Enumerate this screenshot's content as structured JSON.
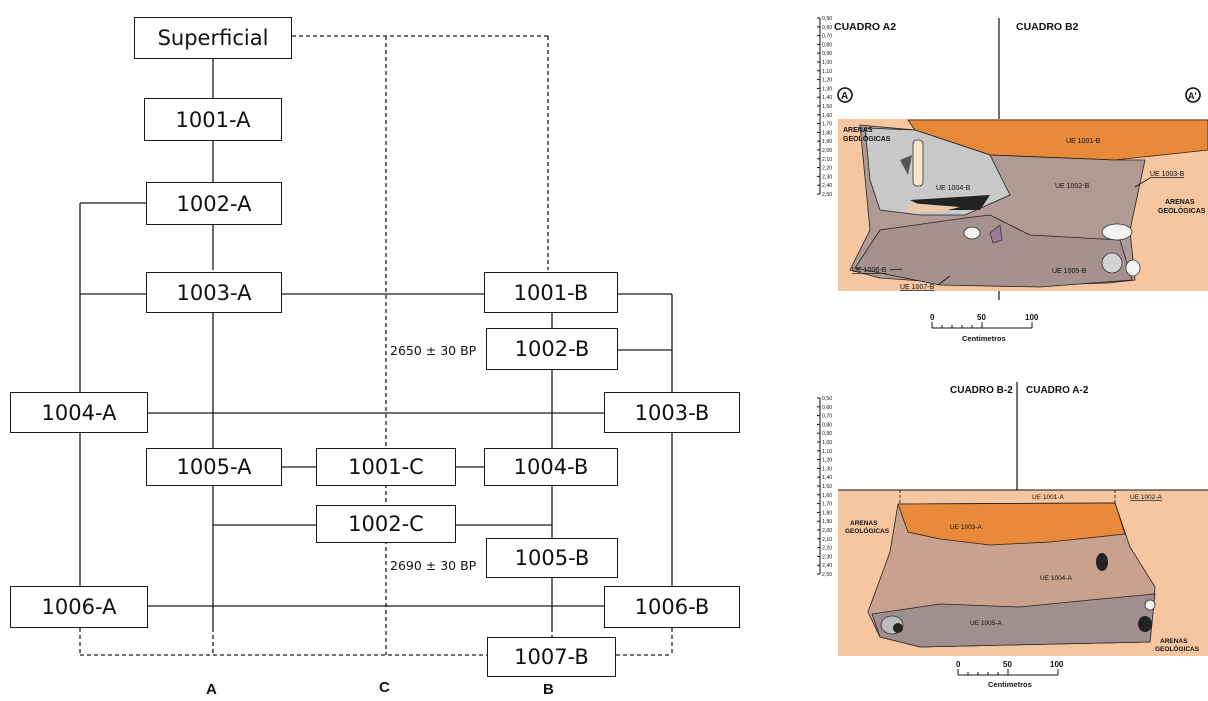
{
  "harris": {
    "nodes": {
      "superficial": "Superficial",
      "n1001a": "1001-A",
      "n1002a": "1002-A",
      "n1003a": "1003-A",
      "n1004a": "1004-A",
      "n1005a": "1005-A",
      "n1006a": "1006-A",
      "n1001b": "1001-B",
      "n1002b": "1002-B",
      "n1003b": "1003-B",
      "n1004b": "1004-B",
      "n1005b": "1005-B",
      "n1006b": "1006-B",
      "n1007b": "1007-B",
      "n1001c": "1001-C",
      "n1002c": "1002-C"
    },
    "dates": {
      "d1002b": "2650 ± 30 BP",
      "d1005b": "2690 ± 30 BP"
    },
    "columns": {
      "a": "A",
      "c": "C",
      "b": "B"
    }
  },
  "section_top": {
    "header_left": "CUADRO A2",
    "header_right": "CUADRO B2",
    "marker_left": "A",
    "marker_right": "A'",
    "depth_ticks": [
      "0,50",
      "0,60",
      "0,70",
      "0,80",
      "0,90",
      "1,00",
      "1,10",
      "1,20",
      "1,30",
      "1,40",
      "1,50",
      "1,60",
      "1,70",
      "1,80",
      "1,90",
      "2,00",
      "2,10",
      "2,20",
      "2,30",
      "2,40",
      "2,50"
    ],
    "labels": {
      "arenas_left_1": "ARENAS",
      "arenas_left_2": "GEOLÓGICAS",
      "arenas_right_1": "ARENAS",
      "arenas_right_2": "GEOLÓGICAS",
      "ue1001b": "UE 1001-B",
      "ue1002b": "UE 1002-B",
      "ue1003b": "UE 1003-B",
      "ue1004b": "UE 1004-B",
      "ue1005b": "UE 1005-B",
      "ue1006b": "UE 1006-B",
      "ue1007b": "UE 1007-B"
    },
    "scale": {
      "s0": "0",
      "s50": "50",
      "s100": "100",
      "unit": "Centimetros"
    },
    "colors": {
      "sand": "#f5c6a0",
      "ue1001": "#e98a3a",
      "ue1002": "#b09a94",
      "ue1004": "#c9c9c9",
      "ue1005": "#a5928f"
    }
  },
  "section_bottom": {
    "header_left": "CUADRO B-2",
    "header_right": "CUADRO A-2",
    "depth_ticks": [
      "0,50",
      "0,60",
      "0,70",
      "0,80",
      "0,90",
      "1,00",
      "1,10",
      "1,20",
      "1,30",
      "1,40",
      "1,50",
      "1,60",
      "1,70",
      "1,80",
      "1,90",
      "2,00",
      "2,10",
      "2,20",
      "2,30",
      "2,40",
      "2,50"
    ],
    "labels": {
      "arenas_left_1": "ARENAS",
      "arenas_left_2": "GEOLÓGICAS",
      "arenas_right_1": "ARENAS",
      "arenas_right_2": "GEOLÓGICAS",
      "ue1001a": "UE 1001-A",
      "ue1002a": "UE 1002-A",
      "ue1003a": "UE 1003-A",
      "ue1004a": "UE 1004-A",
      "ue1005a": "UE 1005-A"
    },
    "scale": {
      "s0": "0",
      "s50": "50",
      "s100": "100",
      "unit": "Centimetros"
    },
    "colors": {
      "sand": "#f5c6a0",
      "ue1003": "#e98a3a",
      "ue1004": "#caa18c",
      "ue1005": "#9f8f8e"
    }
  }
}
